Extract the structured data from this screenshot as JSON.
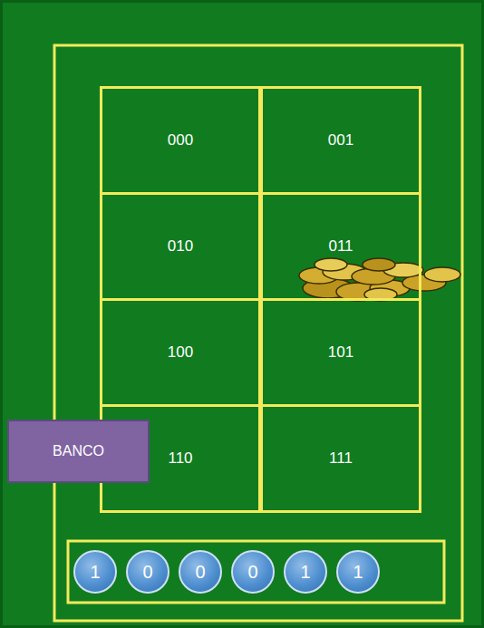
{
  "diagram": {
    "nodes": [
      {
        "text": [
          "000"
        ]
      },
      {
        "text": [
          "001"
        ]
      },
      {
        "text": [
          "010"
        ]
      },
      {
        "text": [
          "011"
        ]
      },
      {
        "text": [
          "100"
        ]
      },
      {
        "text": [
          "101"
        ]
      },
      {
        "text": [
          "BANCO"
        ]
      },
      {
        "text": [
          "110"
        ]
      },
      {
        "text": [
          "111"
        ]
      },
      {
        "text": [
          "1"
        ]
      },
      {
        "text": [
          "0"
        ]
      },
      {
        "text": [
          "0"
        ]
      },
      {
        "text": [
          "0"
        ]
      },
      {
        "text": [
          "1"
        ]
      },
      {
        "text": [
          "1"
        ]
      }
    ]
  }
}
